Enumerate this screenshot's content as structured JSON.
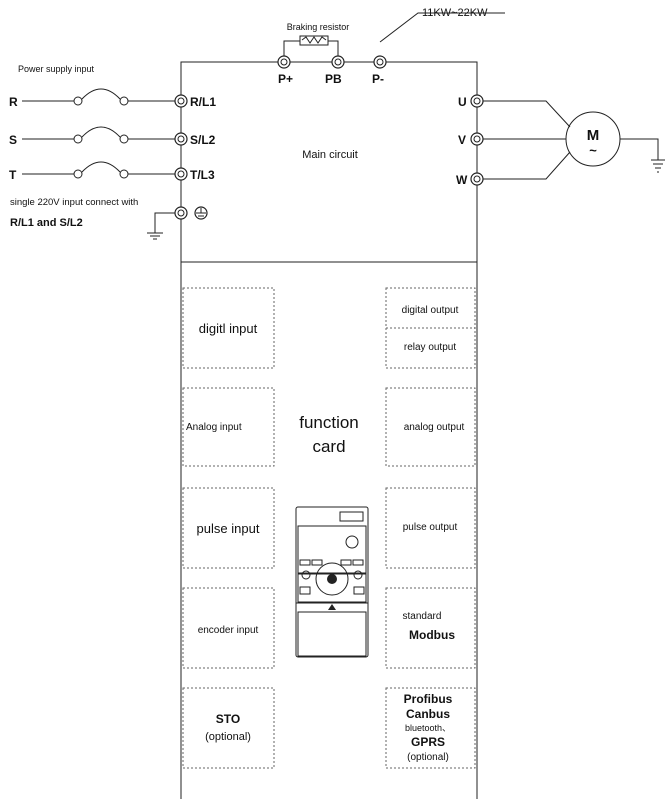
{
  "header": {
    "rating": "11KW~22KW",
    "braking_resistor": "Braking  resistor"
  },
  "power": {
    "supply_label": "Power  supply  input",
    "phases": [
      "R",
      "S",
      "T"
    ],
    "single_phase_note": "single  220V  input  connect  with",
    "single_phase_terminals": "R/L1 and S/L2"
  },
  "terminals": {
    "input": [
      "R/L1",
      "S/L2",
      "T/L3"
    ],
    "dc": [
      "P+",
      "PB",
      "P-"
    ],
    "output": [
      "U",
      "V",
      "W"
    ]
  },
  "motor": {
    "label": "M",
    "symbol": "~"
  },
  "main_circuit": "Main    circuit",
  "function_card": [
    "function",
    "card"
  ],
  "left_modules": [
    {
      "lines": [
        "digitl  input"
      ]
    },
    {
      "lines": [
        "Analog  input"
      ]
    },
    {
      "lines": [
        "pulse  input"
      ]
    },
    {
      "lines": [
        "encoder  input"
      ]
    },
    {
      "lines": [
        "STO",
        "(optional)"
      ]
    }
  ],
  "right_modules": [
    {
      "lines": [
        "digital  output"
      ]
    },
    {
      "lines": [
        "relay  output"
      ]
    },
    {
      "lines": [
        "analog  output"
      ]
    },
    {
      "lines": [
        "pulse  output"
      ]
    },
    {
      "lines": [
        "standard",
        "Modbus"
      ]
    },
    {
      "lines": [
        "Profibus",
        "Canbus",
        "bluetooth、",
        "GPRS",
        "(optional)"
      ]
    }
  ]
}
